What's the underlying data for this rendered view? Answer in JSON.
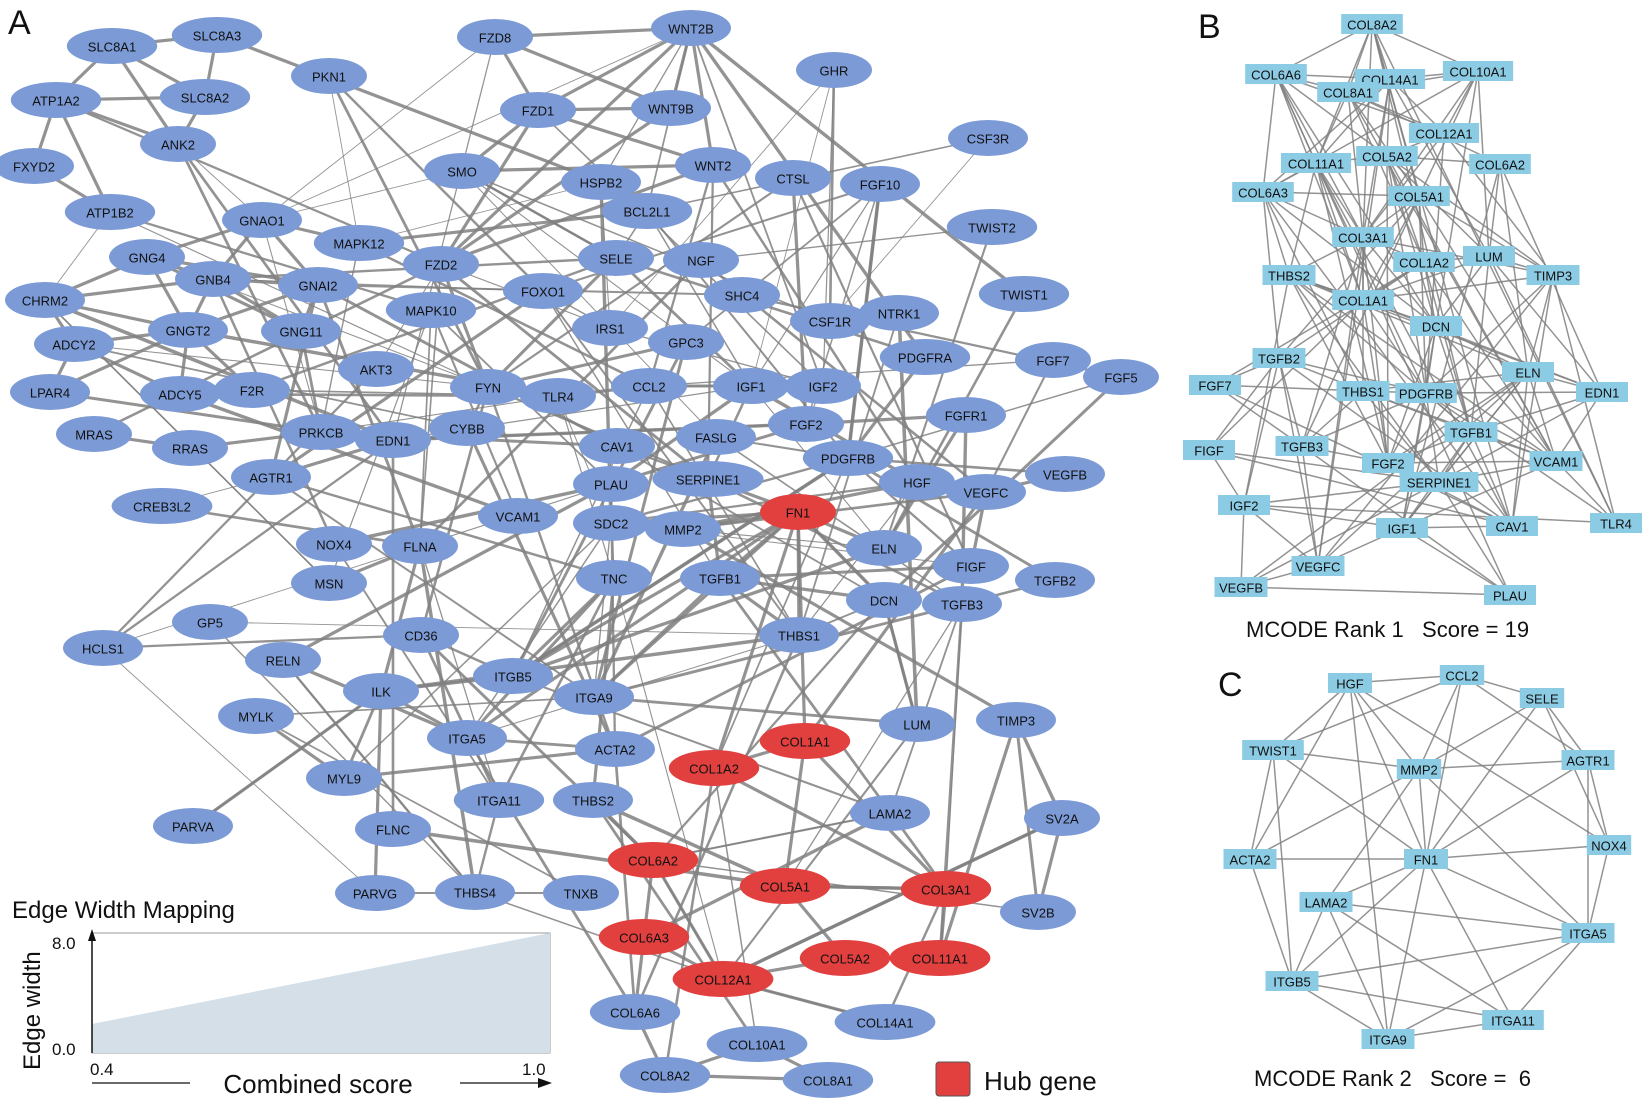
{
  "panels": {
    "a": "A",
    "b": "B",
    "c": "C"
  },
  "colors": {
    "normal": "#7b9ad6",
    "hub": "#e23f3f",
    "cluster": "#8ccbe4",
    "edge": "#808080",
    "legendFill": "#d4dfe8"
  },
  "legend": {
    "title": "Edge Width Mapping",
    "y_label": "Edge width",
    "y_max": "8.0",
    "y_min": "0.0",
    "x_min": "0.4",
    "x_max": "1.0",
    "x_label": "Combined score",
    "hub_label": "Hub gene"
  },
  "caption_b": "MCODE Rank 1   Score = 19",
  "caption_c": "MCODE Rank 2   Score =  6",
  "network_a": {
    "nodes": [
      {
        "id": "SLC8A1",
        "hub": false
      },
      {
        "id": "SLC8A3",
        "hub": false
      },
      {
        "id": "SLC8A2",
        "hub": false
      },
      {
        "id": "ATP1A2",
        "hub": false
      },
      {
        "id": "ANK2",
        "hub": false
      },
      {
        "id": "FXYD2",
        "hub": false
      },
      {
        "id": "ATP1B2",
        "hub": false
      },
      {
        "id": "PKN1",
        "hub": false
      },
      {
        "id": "FZD8",
        "hub": false
      },
      {
        "id": "WNT2B",
        "hub": false
      },
      {
        "id": "GHR",
        "hub": false
      },
      {
        "id": "FZD1",
        "hub": false
      },
      {
        "id": "WNT9B",
        "hub": false
      },
      {
        "id": "CSF3R",
        "hub": false
      },
      {
        "id": "SMO",
        "hub": false
      },
      {
        "id": "WNT2",
        "hub": false
      },
      {
        "id": "HSPB2",
        "hub": false
      },
      {
        "id": "CTSL",
        "hub": false
      },
      {
        "id": "FGF10",
        "hub": false
      },
      {
        "id": "GNAO1",
        "hub": false
      },
      {
        "id": "BCL2L1",
        "hub": false
      },
      {
        "id": "TWIST2",
        "hub": false
      },
      {
        "id": "MAPK12",
        "hub": false
      },
      {
        "id": "GNG4",
        "hub": false
      },
      {
        "id": "FZD2",
        "hub": false
      },
      {
        "id": "SELE",
        "hub": false
      },
      {
        "id": "NGF",
        "hub": false
      },
      {
        "id": "GNB4",
        "hub": false
      },
      {
        "id": "GNAI2",
        "hub": false
      },
      {
        "id": "CHRM2",
        "hub": false
      },
      {
        "id": "SHC4",
        "hub": false
      },
      {
        "id": "TWIST1",
        "hub": false
      },
      {
        "id": "MAPK10",
        "hub": false
      },
      {
        "id": "FOXO1",
        "hub": false
      },
      {
        "id": "NTRK1",
        "hub": false
      },
      {
        "id": "GNGT2",
        "hub": false
      },
      {
        "id": "GNG11",
        "hub": false
      },
      {
        "id": "CSF1R",
        "hub": false
      },
      {
        "id": "ADCY2",
        "hub": false
      },
      {
        "id": "IRS1",
        "hub": false
      },
      {
        "id": "GPC3",
        "hub": false
      },
      {
        "id": "PDGFRA",
        "hub": false
      },
      {
        "id": "FGF7",
        "hub": false
      },
      {
        "id": "AKT3",
        "hub": false
      },
      {
        "id": "LPAR4",
        "hub": false
      },
      {
        "id": "ADCY5",
        "hub": false
      },
      {
        "id": "F2R",
        "hub": false
      },
      {
        "id": "FYN",
        "hub": false
      },
      {
        "id": "CCL2",
        "hub": false
      },
      {
        "id": "IGF1",
        "hub": false
      },
      {
        "id": "IGF2",
        "hub": false
      },
      {
        "id": "FGF5",
        "hub": false
      },
      {
        "id": "TLR4",
        "hub": false
      },
      {
        "id": "MRAS",
        "hub": false
      },
      {
        "id": "PRKCB",
        "hub": false
      },
      {
        "id": "EDN1",
        "hub": false
      },
      {
        "id": "CYBB",
        "hub": false
      },
      {
        "id": "FGFR1",
        "hub": false
      },
      {
        "id": "RRAS",
        "hub": false
      },
      {
        "id": "FASLG",
        "hub": false
      },
      {
        "id": "FGF2",
        "hub": false
      },
      {
        "id": "CAV1",
        "hub": false
      },
      {
        "id": "PDGFRB",
        "hub": false
      },
      {
        "id": "AGTR1",
        "hub": false
      },
      {
        "id": "VEGFB",
        "hub": false
      },
      {
        "id": "HGF",
        "hub": false
      },
      {
        "id": "SERPINE1",
        "hub": false
      },
      {
        "id": "PLAU",
        "hub": false
      },
      {
        "id": "CREB3L2",
        "hub": false
      },
      {
        "id": "VEGFC",
        "hub": false
      },
      {
        "id": "FN1",
        "hub": true
      },
      {
        "id": "VCAM1",
        "hub": false
      },
      {
        "id": "SDC2",
        "hub": false
      },
      {
        "id": "MMP2",
        "hub": false
      },
      {
        "id": "NOX4",
        "hub": false
      },
      {
        "id": "FLNA",
        "hub": false
      },
      {
        "id": "ELN",
        "hub": false
      },
      {
        "id": "FIGF",
        "hub": false
      },
      {
        "id": "TGFB2",
        "hub": false
      },
      {
        "id": "MSN",
        "hub": false
      },
      {
        "id": "TNC",
        "hub": false
      },
      {
        "id": "TGFB1",
        "hub": false
      },
      {
        "id": "DCN",
        "hub": false
      },
      {
        "id": "TGFB3",
        "hub": false
      },
      {
        "id": "GP5",
        "hub": false
      },
      {
        "id": "CD36",
        "hub": false
      },
      {
        "id": "THBS1",
        "hub": false
      },
      {
        "id": "HCLS1",
        "hub": false
      },
      {
        "id": "RELN",
        "hub": false
      },
      {
        "id": "ITGB5",
        "hub": false
      },
      {
        "id": "ILK",
        "hub": false
      },
      {
        "id": "ITGA9",
        "hub": false
      },
      {
        "id": "MYLK",
        "hub": false
      },
      {
        "id": "LUM",
        "hub": false
      },
      {
        "id": "TIMP3",
        "hub": false
      },
      {
        "id": "COL1A1",
        "hub": true
      },
      {
        "id": "ITGA5",
        "hub": false
      },
      {
        "id": "ACTA2",
        "hub": false
      },
      {
        "id": "COL1A2",
        "hub": true
      },
      {
        "id": "MYL9",
        "hub": false
      },
      {
        "id": "SV2A",
        "hub": false
      },
      {
        "id": "LAMA2",
        "hub": false
      },
      {
        "id": "ITGA11",
        "hub": false
      },
      {
        "id": "THBS2",
        "hub": false
      },
      {
        "id": "PARVA",
        "hub": false
      },
      {
        "id": "FLNC",
        "hub": false
      },
      {
        "id": "COL6A2",
        "hub": true
      },
      {
        "id": "COL5A1",
        "hub": true
      },
      {
        "id": "COL3A1",
        "hub": true
      },
      {
        "id": "THBS4",
        "hub": false
      },
      {
        "id": "TNXB",
        "hub": false
      },
      {
        "id": "PARVG",
        "hub": false
      },
      {
        "id": "SV2B",
        "hub": false
      },
      {
        "id": "COL6A3",
        "hub": true
      },
      {
        "id": "COL5A2",
        "hub": true
      },
      {
        "id": "COL11A1",
        "hub": true
      },
      {
        "id": "COL12A1",
        "hub": true
      },
      {
        "id": "COL6A6",
        "hub": false
      },
      {
        "id": "COL14A1",
        "hub": false
      },
      {
        "id": "COL10A1",
        "hub": false
      },
      {
        "id": "COL8A2",
        "hub": false
      },
      {
        "id": "COL8A1",
        "hub": false
      }
    ]
  },
  "network_b": {
    "nodes": [
      "COL8A2",
      "COL6A6",
      "COL14A1",
      "COL10A1",
      "COL8A1",
      "COL12A1",
      "COL11A1",
      "COL5A2",
      "COL6A2",
      "COL6A3",
      "COL5A1",
      "COL3A1",
      "COL1A2",
      "LUM",
      "THBS2",
      "TIMP3",
      "COL1A1",
      "DCN",
      "TGFB2",
      "FGF7",
      "THBS1",
      "PDGFRB",
      "ELN",
      "EDN1",
      "TGFB1",
      "FIGF",
      "TGFB3",
      "FGF2",
      "VCAM1",
      "SERPINE1",
      "IGF2",
      "IGF1",
      "CAV1",
      "TLR4",
      "VEGFC",
      "VEGFB",
      "PLAU"
    ]
  },
  "network_c": {
    "nodes": [
      "HGF",
      "CCL2",
      "SELE",
      "TWIST1",
      "MMP2",
      "AGTR1",
      "ACTA2",
      "FN1",
      "NOX4",
      "LAMA2",
      "ITGA5",
      "ITGB5",
      "ITGA11",
      "ITGA9"
    ]
  }
}
